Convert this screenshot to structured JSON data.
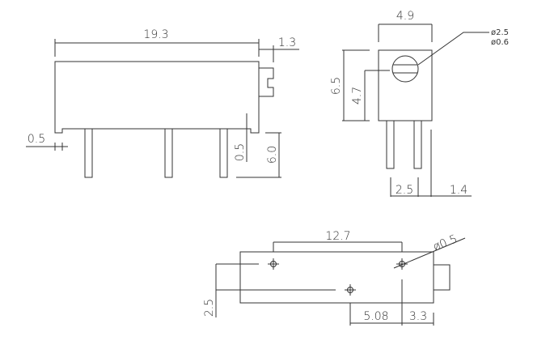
{
  "front_view": {
    "width": "19.3",
    "tab": "1.3",
    "foot": "0.5",
    "standoff": "0.5",
    "pin_length": "6.0"
  },
  "side_view": {
    "width": "4.9",
    "height": "6.5",
    "shaft_height": "4.7",
    "shaft_dia": "ø2.5",
    "slot": "ø0.6",
    "pin_pitch": "2.5",
    "offset": "1.4"
  },
  "top_view": {
    "pitch": "12.7",
    "hole_dia": "ø0.5",
    "row_offset": "2.5",
    "center_pitch": "5.08",
    "edge": "3.3"
  },
  "colors": {
    "line": "#333333",
    "background": "#ffffff"
  }
}
